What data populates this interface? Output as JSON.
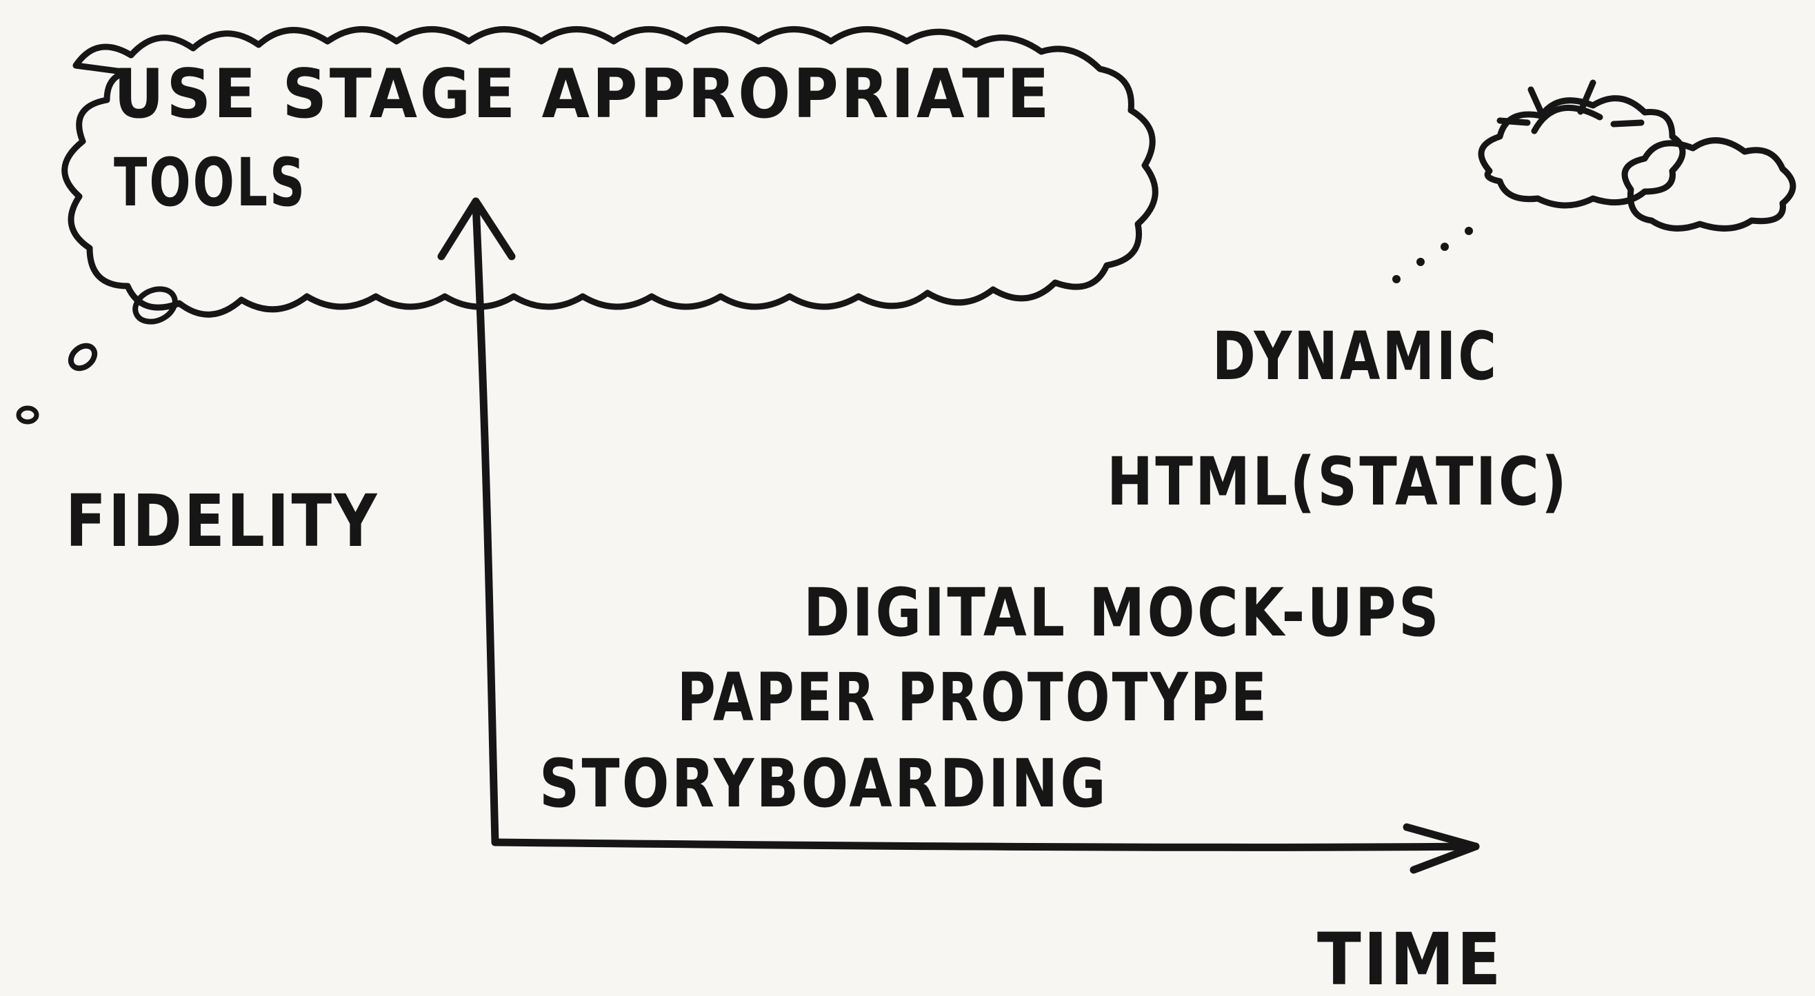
{
  "thought_bubble": {
    "line1": "USE STAGE APPROPRIATE",
    "line2": "TOOLS"
  },
  "y_axis_label": "FIDELITY",
  "x_axis_label": "TIME",
  "stages": [
    {
      "label": "STORYBOARDING"
    },
    {
      "label": "PAPER PROTOTYPE"
    },
    {
      "label": "DIGITAL MOCK-UPS"
    },
    {
      "label": "HTML(STATIC)"
    },
    {
      "label": "DYNAMIC"
    }
  ],
  "ink_color": "#161616",
  "paper_color": "#f7f6f3"
}
